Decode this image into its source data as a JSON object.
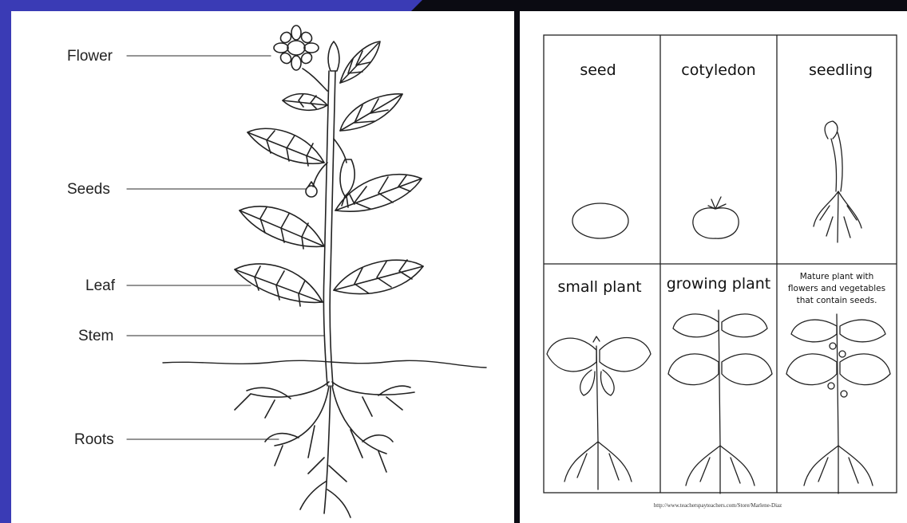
{
  "left_diagram": {
    "labels": [
      "Flower",
      "Seeds",
      "Leaf",
      "Stem",
      "Roots"
    ]
  },
  "right_diagram": {
    "cells": [
      {
        "title": "seed"
      },
      {
        "title": "cotyledon"
      },
      {
        "title": "seedling"
      },
      {
        "title": "small plant"
      },
      {
        "title": "growing plant"
      },
      {
        "title_lines": [
          "Mature plant with",
          "flowers and vegetables",
          "that contain seeds."
        ]
      }
    ],
    "footer_url": "http://www.teacherspayteachers.com/Store/Marlene-Diaz"
  },
  "colors": {
    "frame": "#3a3bb5",
    "background": "#0b0b12",
    "panel": "#ffffff",
    "ink": "#222222"
  }
}
